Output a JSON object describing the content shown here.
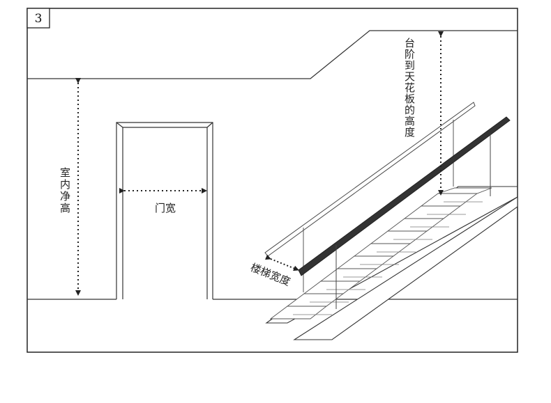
{
  "panel_number": "3",
  "labels": {
    "ceiling_height": "室内净高",
    "door_width": "门宽",
    "step_to_ceiling": "台阶到天花板的高度",
    "stair_width": "楼梯宽度"
  },
  "colors": {
    "line": "#333333",
    "frame": "#222222"
  },
  "arrow_style": "dotted"
}
